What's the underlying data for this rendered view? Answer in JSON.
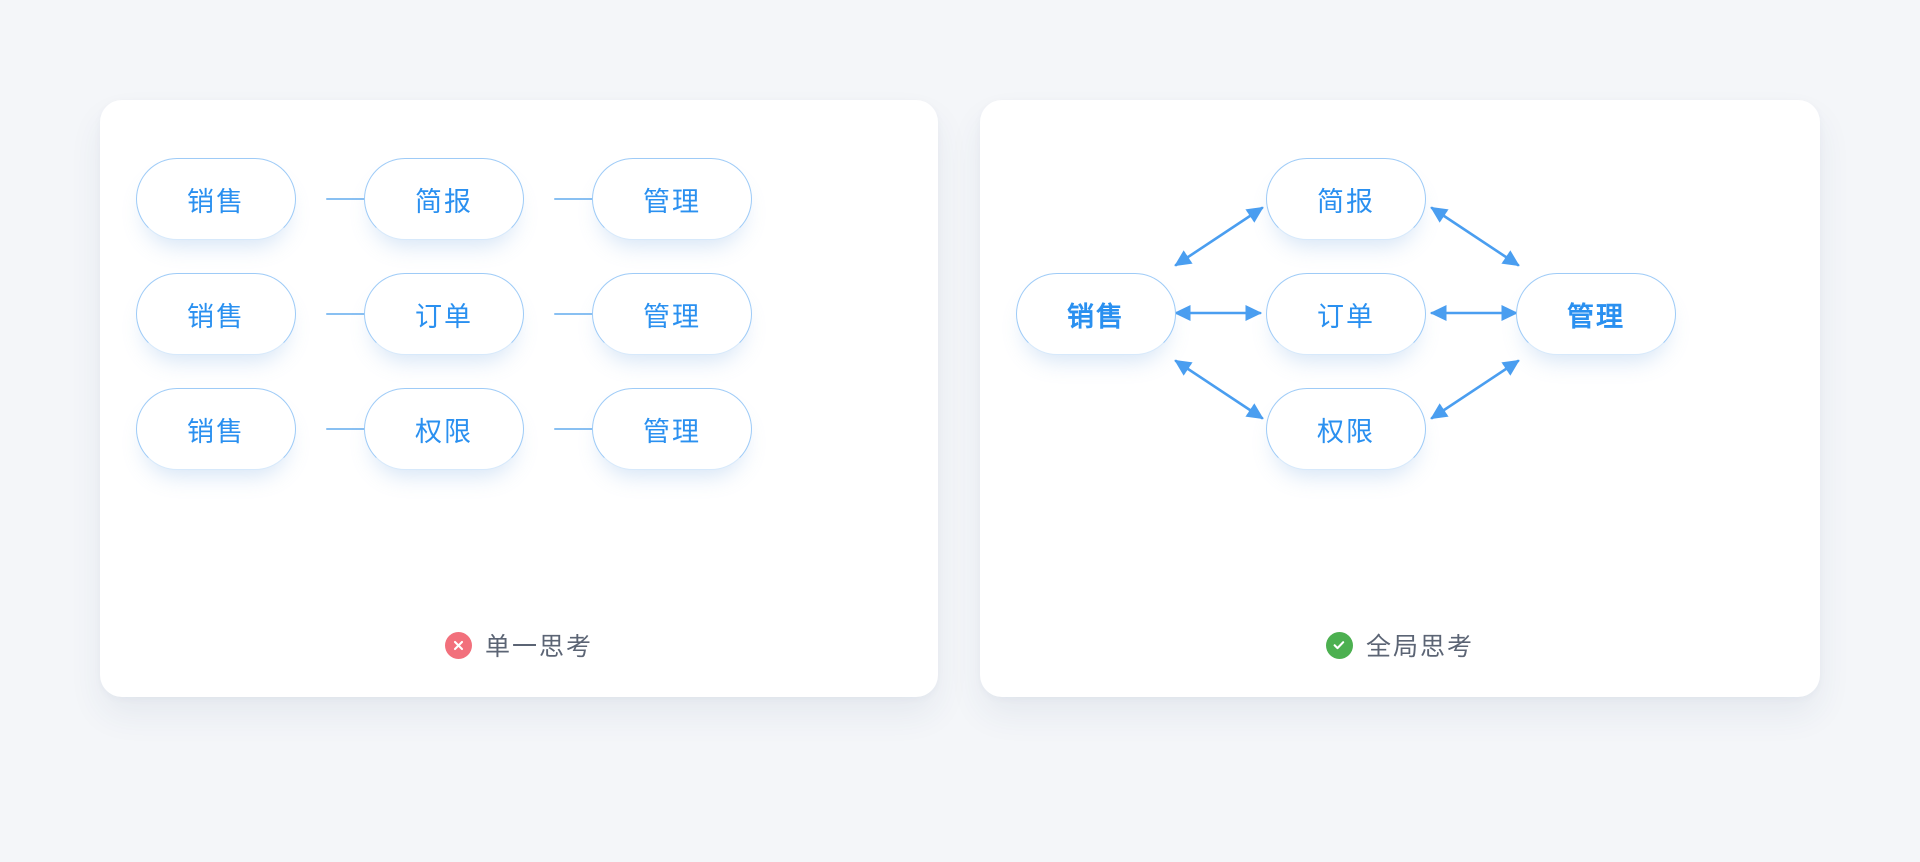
{
  "background_color": "#f4f6f9",
  "accent_color": "#2a90f0",
  "line_color": "#89c0f2",
  "arrow_color": "#4a9ef0",
  "panels": [
    {
      "id": "single-thinking",
      "type": "linear-chains",
      "rows": [
        {
          "nodes": [
            "销售",
            "简报",
            "管理"
          ]
        },
        {
          "nodes": [
            "销售",
            "订单",
            "管理"
          ]
        },
        {
          "nodes": [
            "销售",
            "权限",
            "管理"
          ]
        }
      ],
      "caption": {
        "icon": "error-circle-icon",
        "icon_color": "#f2707c",
        "text": "单一思考"
      }
    },
    {
      "id": "global-thinking",
      "type": "hub-network",
      "nodes": {
        "left": "销售",
        "center": "订单",
        "right": "管理",
        "top": "简报",
        "bottom": "权限"
      },
      "bold_nodes": [
        "销售",
        "管理"
      ],
      "edges": [
        {
          "from": "销售",
          "to": "订单",
          "style": "double-arrow",
          "direction": "horizontal"
        },
        {
          "from": "订单",
          "to": "管理",
          "style": "double-arrow",
          "direction": "horizontal"
        },
        {
          "from": "销售",
          "to": "简报",
          "style": "double-arrow",
          "direction": "diagonal-up-right"
        },
        {
          "from": "简报",
          "to": "管理",
          "style": "double-arrow",
          "direction": "diagonal-down-right"
        },
        {
          "from": "销售",
          "to": "权限",
          "style": "double-arrow",
          "direction": "diagonal-down-right"
        },
        {
          "from": "权限",
          "to": "管理",
          "style": "double-arrow",
          "direction": "diagonal-up-right"
        }
      ],
      "caption": {
        "icon": "success-circle-icon",
        "icon_color": "#4cb050",
        "text": "全局思考"
      }
    }
  ]
}
